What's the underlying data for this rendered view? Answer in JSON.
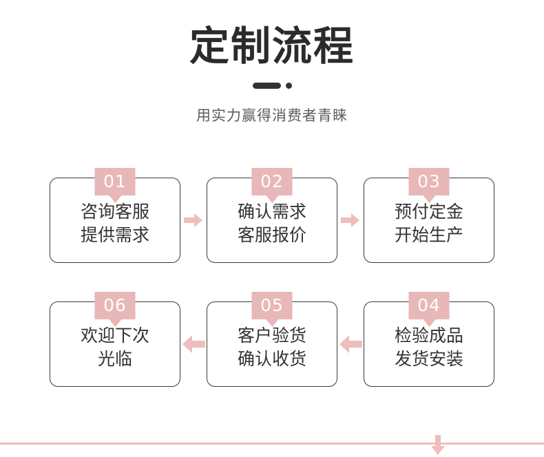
{
  "header": {
    "title": "定制流程",
    "subtitle": "用实力赢得消费者青睐",
    "divider_icon": "dash-dot-divider"
  },
  "theme": {
    "accent_pink": "#E8B7B7",
    "arrow_pink": "#EEBDBD",
    "text_dark": "#333333",
    "title_dark": "#2B2B2B",
    "subtitle_gray": "#5C5C5C",
    "border_dark": "#3A3A3A",
    "background": "#FFFFFF"
  },
  "flow": {
    "rows": [
      {
        "direction": "left-to-right",
        "steps": [
          {
            "number": "01",
            "line1": "咨询客服",
            "line2": "提供需求"
          },
          {
            "number": "02",
            "line1": "确认需求",
            "line2": "客服报价"
          },
          {
            "number": "03",
            "line1": "预付定金",
            "line2": "开始生产"
          }
        ],
        "connectors": [
          {
            "icon": "arrow-right-icon"
          },
          {
            "icon": "arrow-right-icon"
          }
        ]
      },
      {
        "direction": "right-to-left",
        "steps": [
          {
            "number": "06",
            "line1": "欢迎下次",
            "line2": "光临"
          },
          {
            "number": "05",
            "line1": "客户验货",
            "line2": "确认收货"
          },
          {
            "number": "04",
            "line1": "检验成品",
            "line2": "发货安装"
          }
        ],
        "connectors": [
          {
            "icon": "arrow-left-icon"
          },
          {
            "icon": "arrow-left-icon"
          }
        ]
      }
    ],
    "row_connector": {
      "icon": "arrow-down-icon"
    }
  }
}
